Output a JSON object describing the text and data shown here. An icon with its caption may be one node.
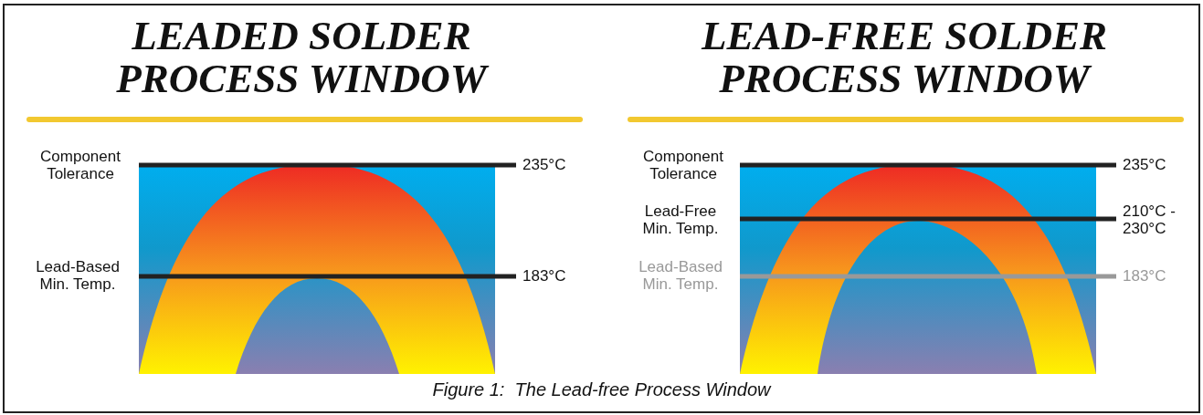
{
  "diagram": {
    "caption": "Figure 1:  The Lead-free Process Window",
    "labels": [
      "LEADED SOLDER PROCESS WINDOW",
      "LEAD-FREE SOLDER PROCESS WINDOW",
      "Component Tolerance",
      "235°C",
      "Lead-Based Min. Temp.",
      "183°C",
      "Component Tolerance",
      "235°C",
      "Lead-Free Min. Temp.",
      "210°C - 230°C",
      "Lead-Based Min. Temp.",
      "183°C"
    ]
  }
}
